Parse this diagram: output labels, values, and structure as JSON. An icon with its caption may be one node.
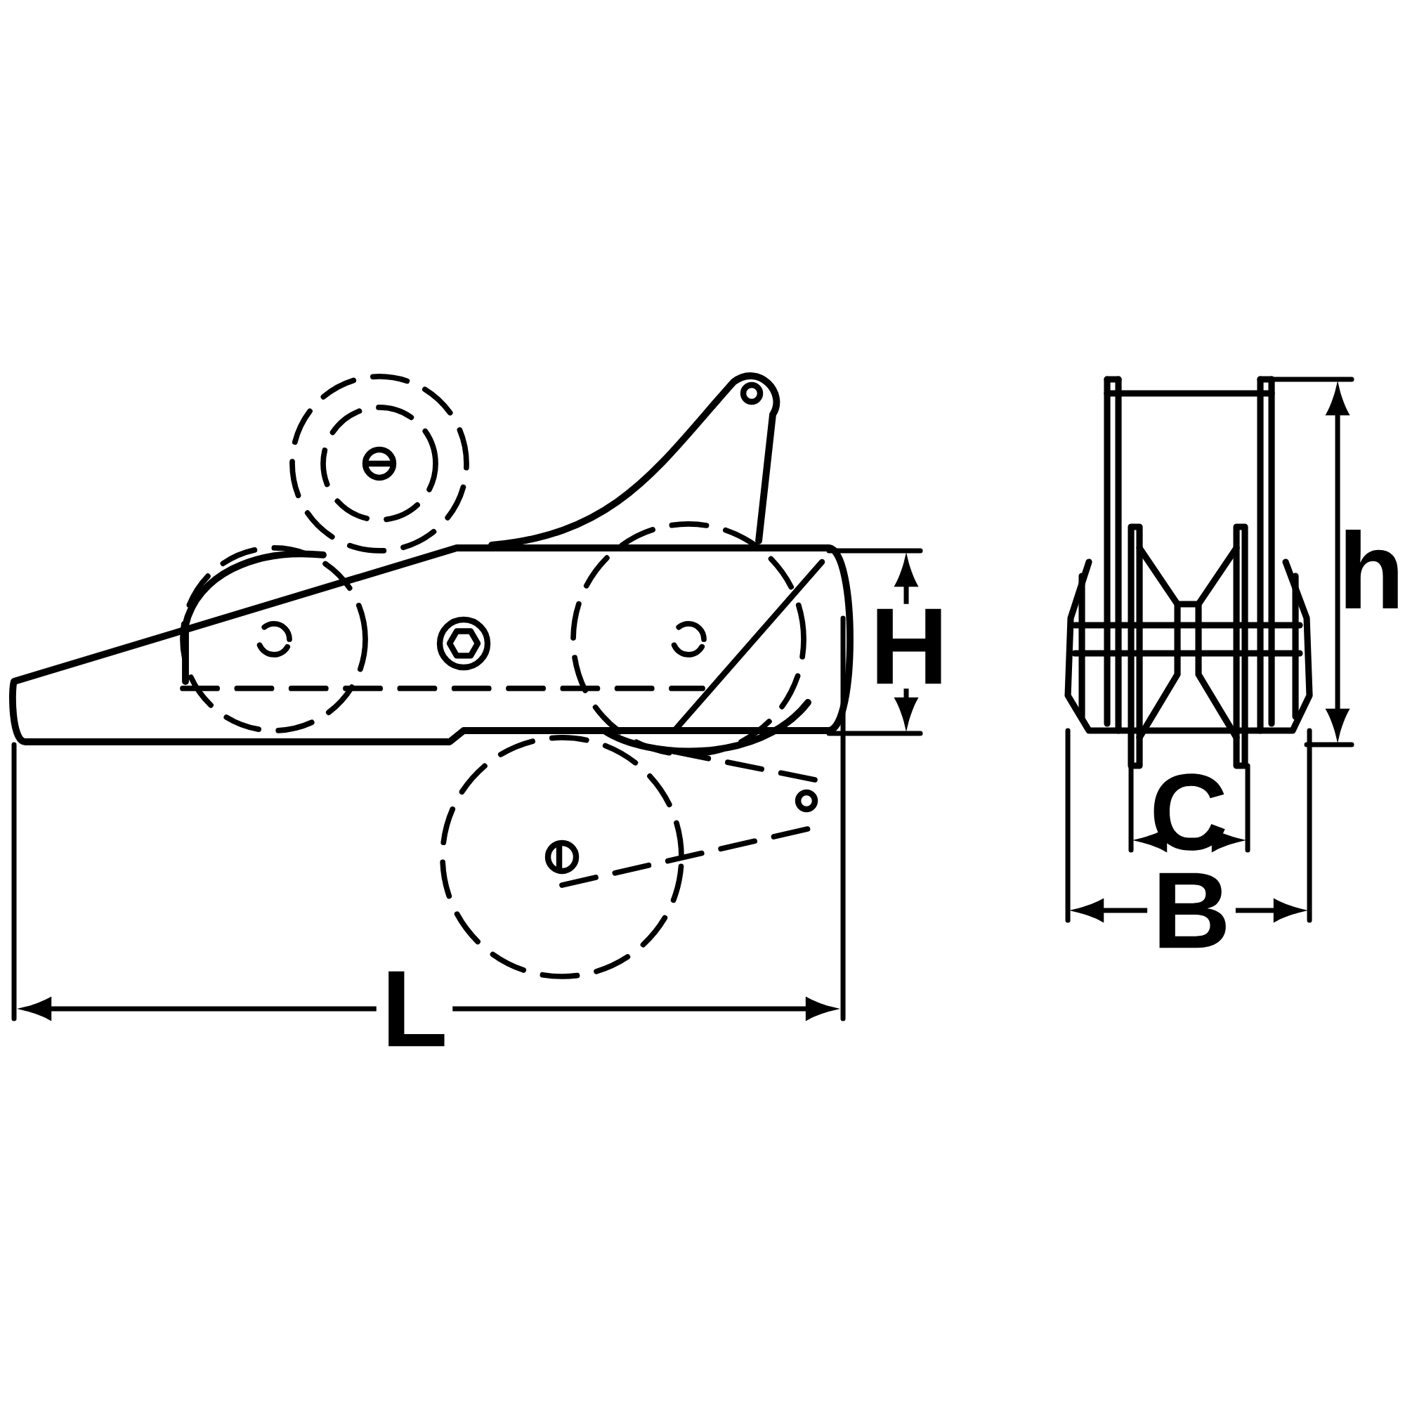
{
  "diagram": {
    "labels": [
      "H",
      "h",
      "C",
      "B",
      "L"
    ]
  }
}
